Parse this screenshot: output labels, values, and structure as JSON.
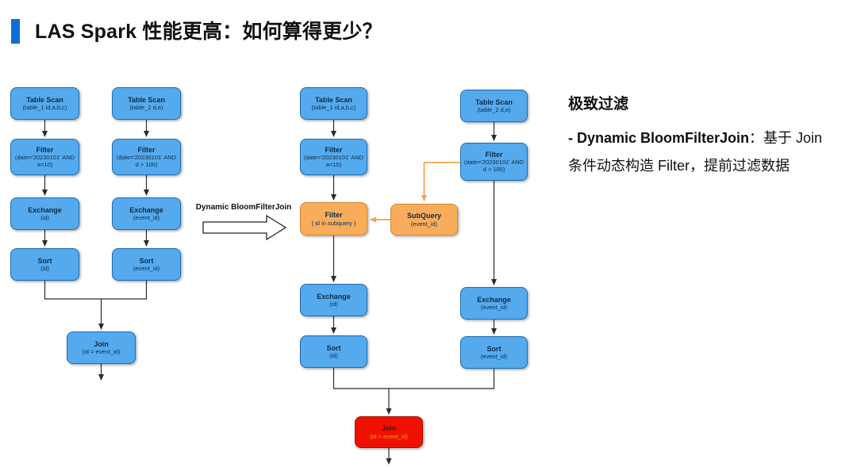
{
  "title": "LAS Spark 性能更高：如何算得更少？",
  "transform_label": "Dynamic BloomFilterJoin",
  "colors": {
    "accent_bar": "#0a70d6",
    "node_blue": "#55aaee",
    "node_blue_border": "#1e6cb0",
    "node_orange": "#f7ad5b",
    "node_orange_border": "#d68a2d",
    "node_red": "#ee1100",
    "arrow": "#2b2b2b",
    "orange_arrow": "#f0a24f"
  },
  "plans": {
    "before": {
      "col1": {
        "scan": {
          "t": "Table Scan",
          "s": "(table_1 id,a,b,c)"
        },
        "filter": {
          "t": "Filter",
          "s": "(date='20230101' AND a=10)"
        },
        "exchange": {
          "t": "Exchange",
          "s": "(id)"
        },
        "sort": {
          "t": "Sort",
          "s": "(id)"
        }
      },
      "col2": {
        "scan": {
          "t": "Table Scan",
          "s": "(table_2 d,e)"
        },
        "filter": {
          "t": "Filter",
          "s": "(date='20230101' AND d > 100)"
        },
        "exchange": {
          "t": "Exchange",
          "s": "(event_id)"
        },
        "sort": {
          "t": "Sort",
          "s": "(event_id)"
        }
      },
      "join": {
        "t": "Join",
        "s": "(id = event_id)"
      }
    },
    "after": {
      "col1": {
        "scan": {
          "t": "Table Scan",
          "s": "(table_1 id,a,b,c)"
        },
        "filter": {
          "t": "Filter",
          "s": "(date='20230101' AND a=10)"
        },
        "bloom": {
          "t": "Filter",
          "s": "( id in subquery )"
        },
        "exchange": {
          "t": "Exchange",
          "s": "(id)"
        },
        "sort": {
          "t": "Sort",
          "s": "(id)"
        }
      },
      "col2": {
        "scan": {
          "t": "Table Scan",
          "s": "(table_2 d,e)"
        },
        "filter": {
          "t": "Filter",
          "s": "(date='20230101' AND d > 100)"
        },
        "exchange": {
          "t": "Exchange",
          "s": "(event_id)"
        },
        "sort": {
          "t": "Sort",
          "s": "(event_id)"
        }
      },
      "subquery": {
        "t": "SubQuery",
        "s": "(event_id)"
      },
      "join": {
        "t": "Join",
        "s": "(id = event_id)"
      }
    }
  },
  "note": {
    "heading": "极致过滤",
    "line1_bold": "- Dynamic BloomFilterJoin",
    "line1_rest": "：基于 Join",
    "line2": "条件动态构造 Filter，提前过滤数据"
  }
}
